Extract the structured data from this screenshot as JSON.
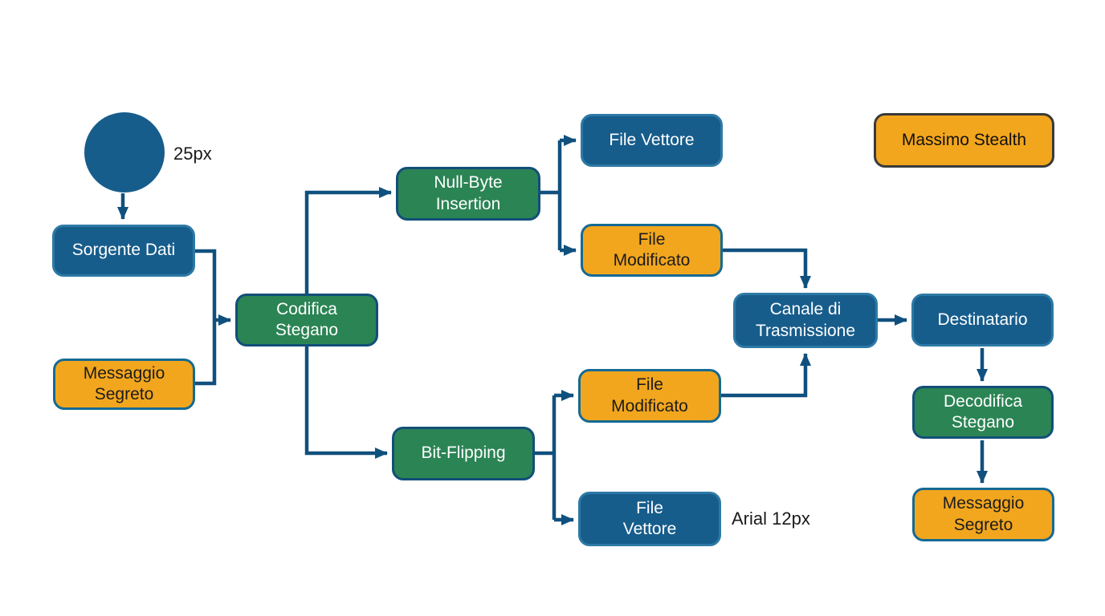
{
  "diagram": {
    "title": "",
    "annotations": {
      "circle_size_label": "25px",
      "font_label": "Arial 12px"
    },
    "colors": {
      "background": "#ffffff",
      "blue_fill": "#175d8c",
      "blue_border": "#2d79a6",
      "green_fill": "#2b8454",
      "green_border": "#124f79",
      "orange_fill": "#f2a61e",
      "orange_border": "#156a93",
      "legend_border": "#3a3a3a",
      "connector": "#10507e",
      "text_on_dark": "#ffffff",
      "text_on_orange": "#1c1c1c"
    },
    "nodes": [
      {
        "id": "sorgente-dati",
        "label": "Sorgente Dati",
        "type": "blue"
      },
      {
        "id": "messaggio-segreto-in",
        "label": "Messaggio\nSegreto",
        "type": "orange"
      },
      {
        "id": "codifica-stegano",
        "label": "Codifica\nStegano",
        "type": "green"
      },
      {
        "id": "null-byte-insertion",
        "label": "Null-Byte\nInsertion",
        "type": "green"
      },
      {
        "id": "file-vettore-top",
        "label": "File Vettore",
        "type": "blue"
      },
      {
        "id": "file-modificato-top",
        "label": "File\nModificato",
        "type": "orange"
      },
      {
        "id": "bit-flipping",
        "label": "Bit-Flipping",
        "type": "green"
      },
      {
        "id": "file-modificato-bottom",
        "label": "File\nModificato",
        "type": "orange"
      },
      {
        "id": "file-vettore-bottom",
        "label": "File\nVettore",
        "type": "blue"
      },
      {
        "id": "canale-di-trasmissione",
        "label": "Canale di\nTrasmissione",
        "type": "blue"
      },
      {
        "id": "destinatario",
        "label": "Destinatario",
        "type": "blue"
      },
      {
        "id": "decodifica-stegano",
        "label": "Decodifica\nStegano",
        "type": "green"
      },
      {
        "id": "messaggio-segreto-out",
        "label": "Messaggio\nSegreto",
        "type": "orange"
      },
      {
        "id": "massimo-stealth",
        "label": "Massimo Stealth",
        "type": "legend"
      }
    ],
    "edges": [
      "start-circle -> sorgente-dati",
      "sorgente-dati + messaggio-segreto-in -> codifica-stegano",
      "codifica-stegano -> null-byte-insertion",
      "codifica-stegano -> bit-flipping",
      "null-byte-insertion -> file-vettore-top",
      "null-byte-insertion -> file-modificato-top",
      "file-modificato-top -> canale-di-trasmissione",
      "bit-flipping -> file-modificato-bottom",
      "bit-flipping -> file-vettore-bottom",
      "file-modificato-bottom -> canale-di-trasmissione",
      "canale-di-trasmissione -> destinatario",
      "destinatario -> decodifica-stegano",
      "decodifica-stegano -> messaggio-segreto-out"
    ]
  }
}
